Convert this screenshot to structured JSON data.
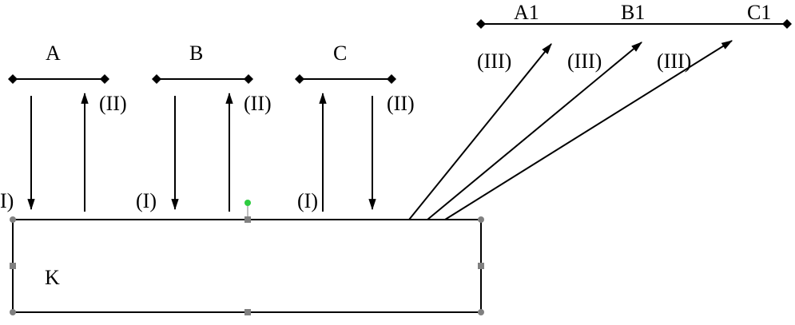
{
  "groups": {
    "a": {
      "title": "A",
      "up_label": "(II)",
      "down_label": "I)"
    },
    "b": {
      "title": "B",
      "up_label": "(II)",
      "down_label": "(I)"
    },
    "c": {
      "title": "C",
      "up_label": "(II)",
      "down_label": "(I)"
    }
  },
  "top_bar": {
    "labels": [
      "A1",
      "B1",
      "C1"
    ],
    "arrow_labels": [
      "(III)",
      "(III)",
      "(III)"
    ]
  },
  "box": {
    "label": "K"
  },
  "colors": {
    "stroke": "#000000",
    "handle": "#808080",
    "rotate_handle": "#2ecc40"
  }
}
